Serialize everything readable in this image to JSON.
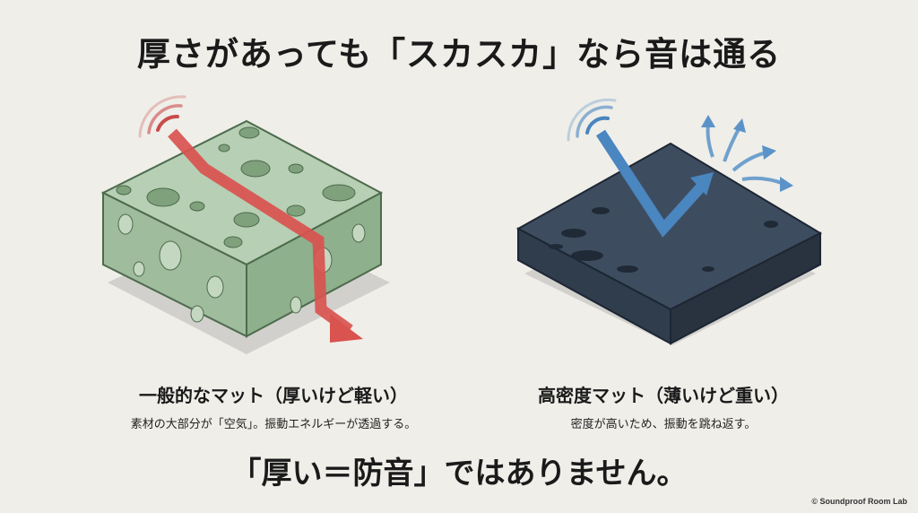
{
  "title": "厚さがあっても「スカスカ」なら音は通る",
  "left_panel": {
    "title": "一般的なマット（厚いけど軽い）",
    "description": "素材の大部分が「空気」。振動エネルギーが透過する。",
    "colors": {
      "block": "#9fbd9d",
      "arrow": "#d9534f"
    }
  },
  "right_panel": {
    "title": "高密度マット（薄いけど重い）",
    "description": "密度が高いため、振動を跳ね返す。",
    "colors": {
      "slab": "#3b4a5c",
      "arrow": "#4a86c0"
    }
  },
  "conclusion": "「厚い＝防音」ではありません。",
  "credit": "© Soundproof Room Lab"
}
